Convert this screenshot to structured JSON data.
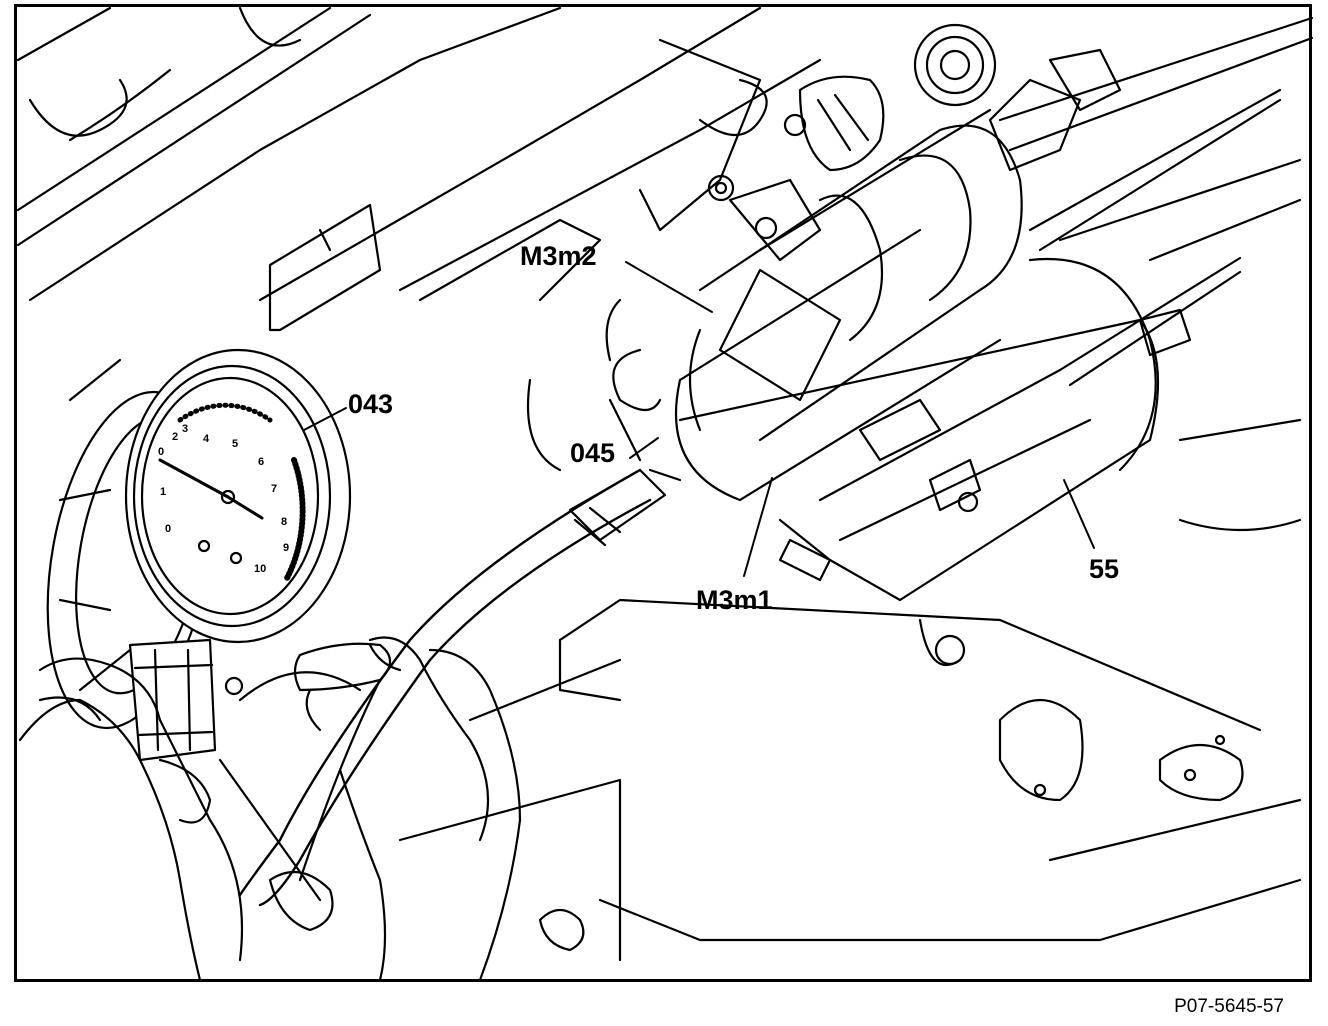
{
  "figure": {
    "id": "P07-5645-57"
  },
  "callouts": [
    {
      "key": "m3m2",
      "text": "M3m2"
    },
    {
      "key": "043",
      "text": "043"
    },
    {
      "key": "045",
      "text": "045"
    },
    {
      "key": "m3m1",
      "text": "M3m1"
    },
    {
      "key": "55",
      "text": "55"
    }
  ],
  "gauge": {
    "scale": [
      "0",
      "1",
      "2",
      "3",
      "4",
      "5",
      "6",
      "7",
      "8",
      "9",
      "10"
    ]
  }
}
